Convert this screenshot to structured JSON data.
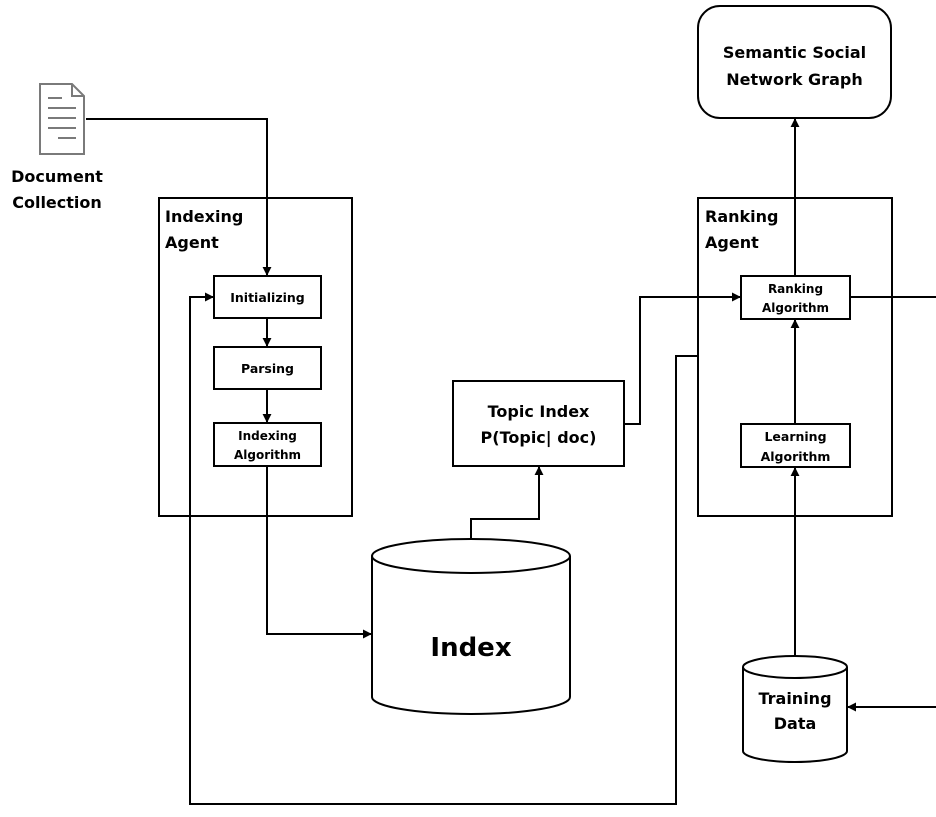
{
  "document": {
    "label_line1": "Document",
    "label_line2": "Collection"
  },
  "indexing_agent": {
    "title_line1": "Indexing",
    "title_line2": "Agent",
    "steps": {
      "initializing": "Initializing",
      "parsing": "Parsing",
      "indexing_algorithm_line1": "Indexing",
      "indexing_algorithm_line2": "Algorithm"
    }
  },
  "index_db": {
    "label": "Index"
  },
  "topic_index": {
    "line1": "Topic Index",
    "line2": "P(Topic| doc)"
  },
  "ranking_agent": {
    "title_line1": "Ranking",
    "title_line2": "Agent",
    "steps": {
      "ranking_algorithm_line1": "Ranking",
      "ranking_algorithm_line2": "Algorithm",
      "learning_algorithm_line1": "Learning",
      "learning_algorithm_line2": "Algorithm"
    }
  },
  "semantic_graph": {
    "line1": "Semantic Social",
    "line2": "Network Graph"
  },
  "training_data": {
    "line1": "Training",
    "line2": "Data"
  },
  "colors": {
    "stroke": "#000000",
    "fill": "#ffffff",
    "doc_icon": "#7a7a7a"
  }
}
